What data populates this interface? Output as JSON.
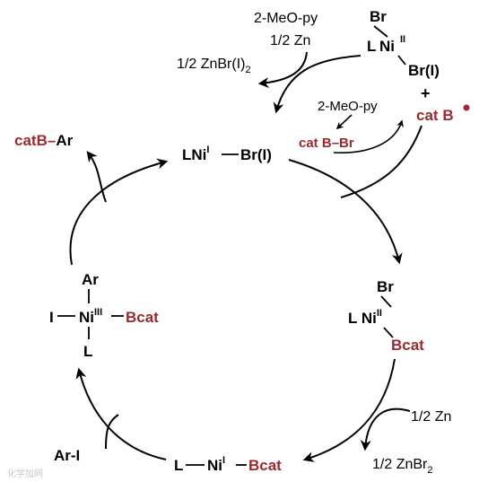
{
  "reagents": {
    "meo_py_top": "2-MeO-py",
    "half_zn_top": "1/2 Zn",
    "znbr_i_2": "1/2 ZnBr(I)",
    "znbr_i_2_sub": "2",
    "meo_py_mid": "2-MeO-py",
    "plus": "+",
    "cat_b_radical": "cat",
    "cat_b_radical_b": "B",
    "catb_br_cat": "cat",
    "catb_br_b": "B",
    "catb_br_dash": "–",
    "catb_br_br": "Br",
    "half_zn_bottom": "1/2 Zn",
    "znbr2": "1/2 ZnBr",
    "znbr2_sub": "2",
    "ar_i": "Ar-I"
  },
  "species": {
    "ni_ii_start": {
      "L": "L",
      "Ni": "Ni",
      "ox": "II",
      "Br_top": "Br",
      "Br_i": "Br(I)"
    },
    "lni_i": {
      "L": "L",
      "Ni": "Ni",
      "ox": "I",
      "dash": "—",
      "Br": "Br(I)"
    },
    "ni_ii_bcat": {
      "L": "L",
      "Ni": "Ni",
      "ox": "II",
      "Br": "Br",
      "Bcat": "Bcat"
    },
    "ni_i_bcat": {
      "L": "L",
      "dash1": "—",
      "Ni": "Ni",
      "ox": "I",
      "dash2": "–",
      "Bcat": "Bcat"
    },
    "ni_iii": {
      "Ar": "Ar",
      "I": "I",
      "Ni": "Ni",
      "ox": "III",
      "Bcat": "Bcat",
      "L": "L"
    }
  },
  "product": {
    "cat": "cat",
    "B": "B",
    "dash": "–",
    "Ar": "Ar"
  },
  "watermark": "化学加网",
  "colors": {
    "boron_red": "#9b2a30",
    "black": "#000000"
  }
}
